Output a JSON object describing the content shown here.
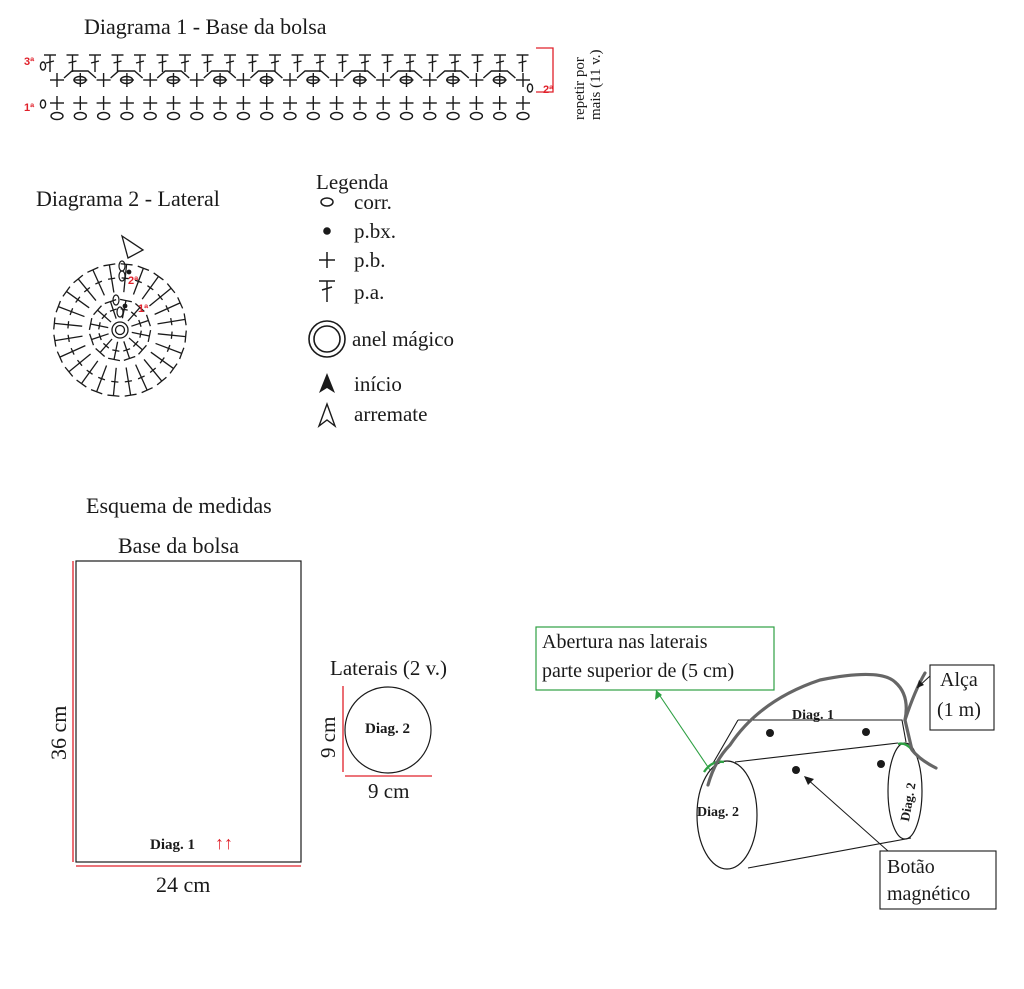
{
  "diagram1": {
    "title": "Diagrama 1 - Base da bolsa",
    "row1": "1ª",
    "row2": "2ª",
    "row3": "3ª",
    "repeat_line1": "repetir por",
    "repeat_line2": "mais (11 v.)"
  },
  "diagram2": {
    "title": "Diagrama 2 - Lateral",
    "row1": "1ª",
    "row2": "2ª"
  },
  "legend": {
    "title": "Legenda",
    "items": [
      {
        "icon": "chain-icon",
        "label": "corr."
      },
      {
        "icon": "slip-stitch-icon",
        "label": "p.bx."
      },
      {
        "icon": "single-crochet-icon",
        "label": "p.b."
      },
      {
        "icon": "double-crochet-icon",
        "label": "p.a."
      },
      {
        "icon": "magic-ring-icon",
        "label": "anel mágico"
      },
      {
        "icon": "start-arrow-icon",
        "label": "início"
      },
      {
        "icon": "fasten-off-arrow-icon",
        "label": "arremate"
      }
    ]
  },
  "measures": {
    "title": "Esquema de medidas",
    "base_title": "Base da bolsa",
    "base_height": "36 cm",
    "base_width": "24 cm",
    "base_label": "Diag. 1",
    "base_arrows": "↑↑",
    "sides_title": "Laterais (2 v.)",
    "side_height": "9 cm",
    "side_width": "9 cm",
    "side_label": "Diag. 2"
  },
  "bag": {
    "opening_line1": "Abertura nas laterais",
    "opening_line2": "parte superior de (5 cm)",
    "handle_line1": "Alça",
    "handle_line2": "(1 m)",
    "button_line1": "Botão",
    "button_line2": "magnético",
    "top_label": "Diag. 1",
    "left_label": "Diag. 2",
    "right_label": "Diag. 2"
  },
  "colors": {
    "accent_red": "#e0202a",
    "accent_green": "#2ea043",
    "ink": "#1a1a1a"
  }
}
